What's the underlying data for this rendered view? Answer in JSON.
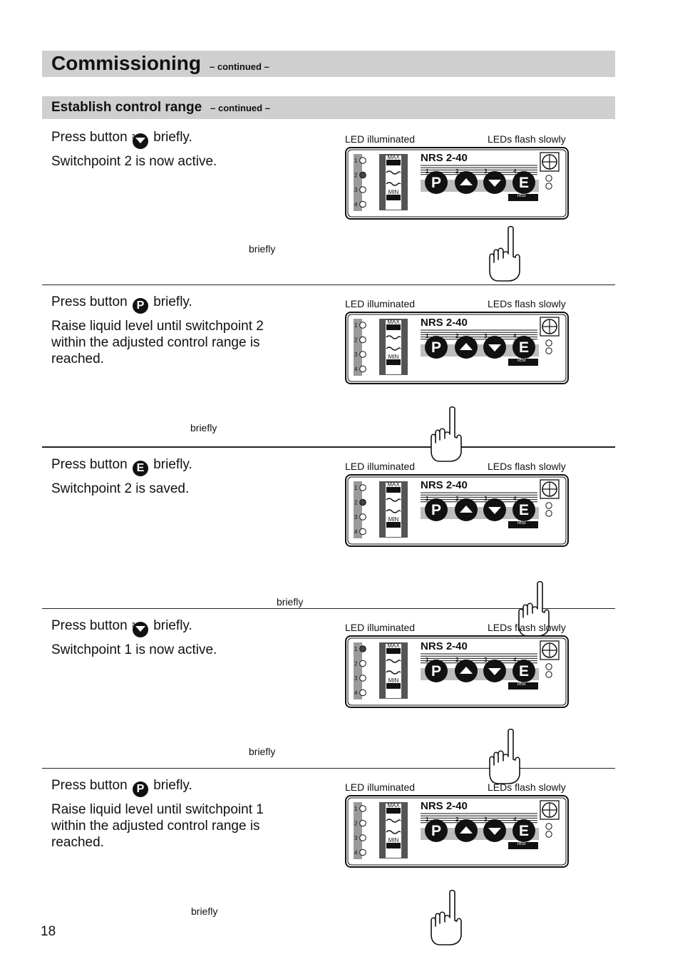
{
  "header": {
    "title": "Commissioning",
    "title_suffix": "– continued –"
  },
  "section": {
    "title": "Establish control range",
    "title_suffix": "– continued –"
  },
  "common": {
    "led_label": "LED illuminated",
    "leds_flash_label": "LEDs flash slowly",
    "device_name": "NRS 2-40",
    "briefly_label": "briefly",
    "max_label": "MAX",
    "min_label": "MIN",
    "test_label": "Test",
    "led_numbers": [
      "1",
      "2",
      "3",
      "4"
    ],
    "button_numbers": [
      "1",
      "2",
      "3",
      "4"
    ],
    "p_key": "P",
    "e_key": "E"
  },
  "steps": [
    {
      "press_prefix": "Press button",
      "button": "3",
      "button_icon": "down-arrow-button-icon",
      "press_suffix": "briefly.",
      "text": "Switchpoint 2 is now active.",
      "lit_led": 2,
      "pressed_button": 3
    },
    {
      "press_prefix": "Press button",
      "button": "P",
      "button_icon": "p-button-icon",
      "press_suffix": "briefly.",
      "text": "Raise liquid level until switchpoint 2 within the adjusted control range is reached.",
      "lit_led": 0,
      "pressed_button": 1
    },
    {
      "press_prefix": "Press button",
      "button": "E",
      "button_icon": "e-button-icon",
      "press_suffix": "briefly.",
      "text": "Switchpoint 2 is saved.",
      "lit_led": 2,
      "pressed_button": 4
    },
    {
      "press_prefix": "Press button",
      "button": "3",
      "button_icon": "down-arrow-button-icon",
      "press_suffix": "briefly.",
      "text": "Switchpoint 1 is now active.",
      "lit_led": 1,
      "pressed_button": 3
    },
    {
      "press_prefix": "Press button",
      "button": "P",
      "button_icon": "p-button-icon",
      "press_suffix": "briefly.",
      "text": "Raise liquid level until switchpoint 1 within the adjusted control range is reached.",
      "lit_led": 0,
      "pressed_button": 1
    }
  ],
  "footer": {
    "page_number": "18"
  }
}
